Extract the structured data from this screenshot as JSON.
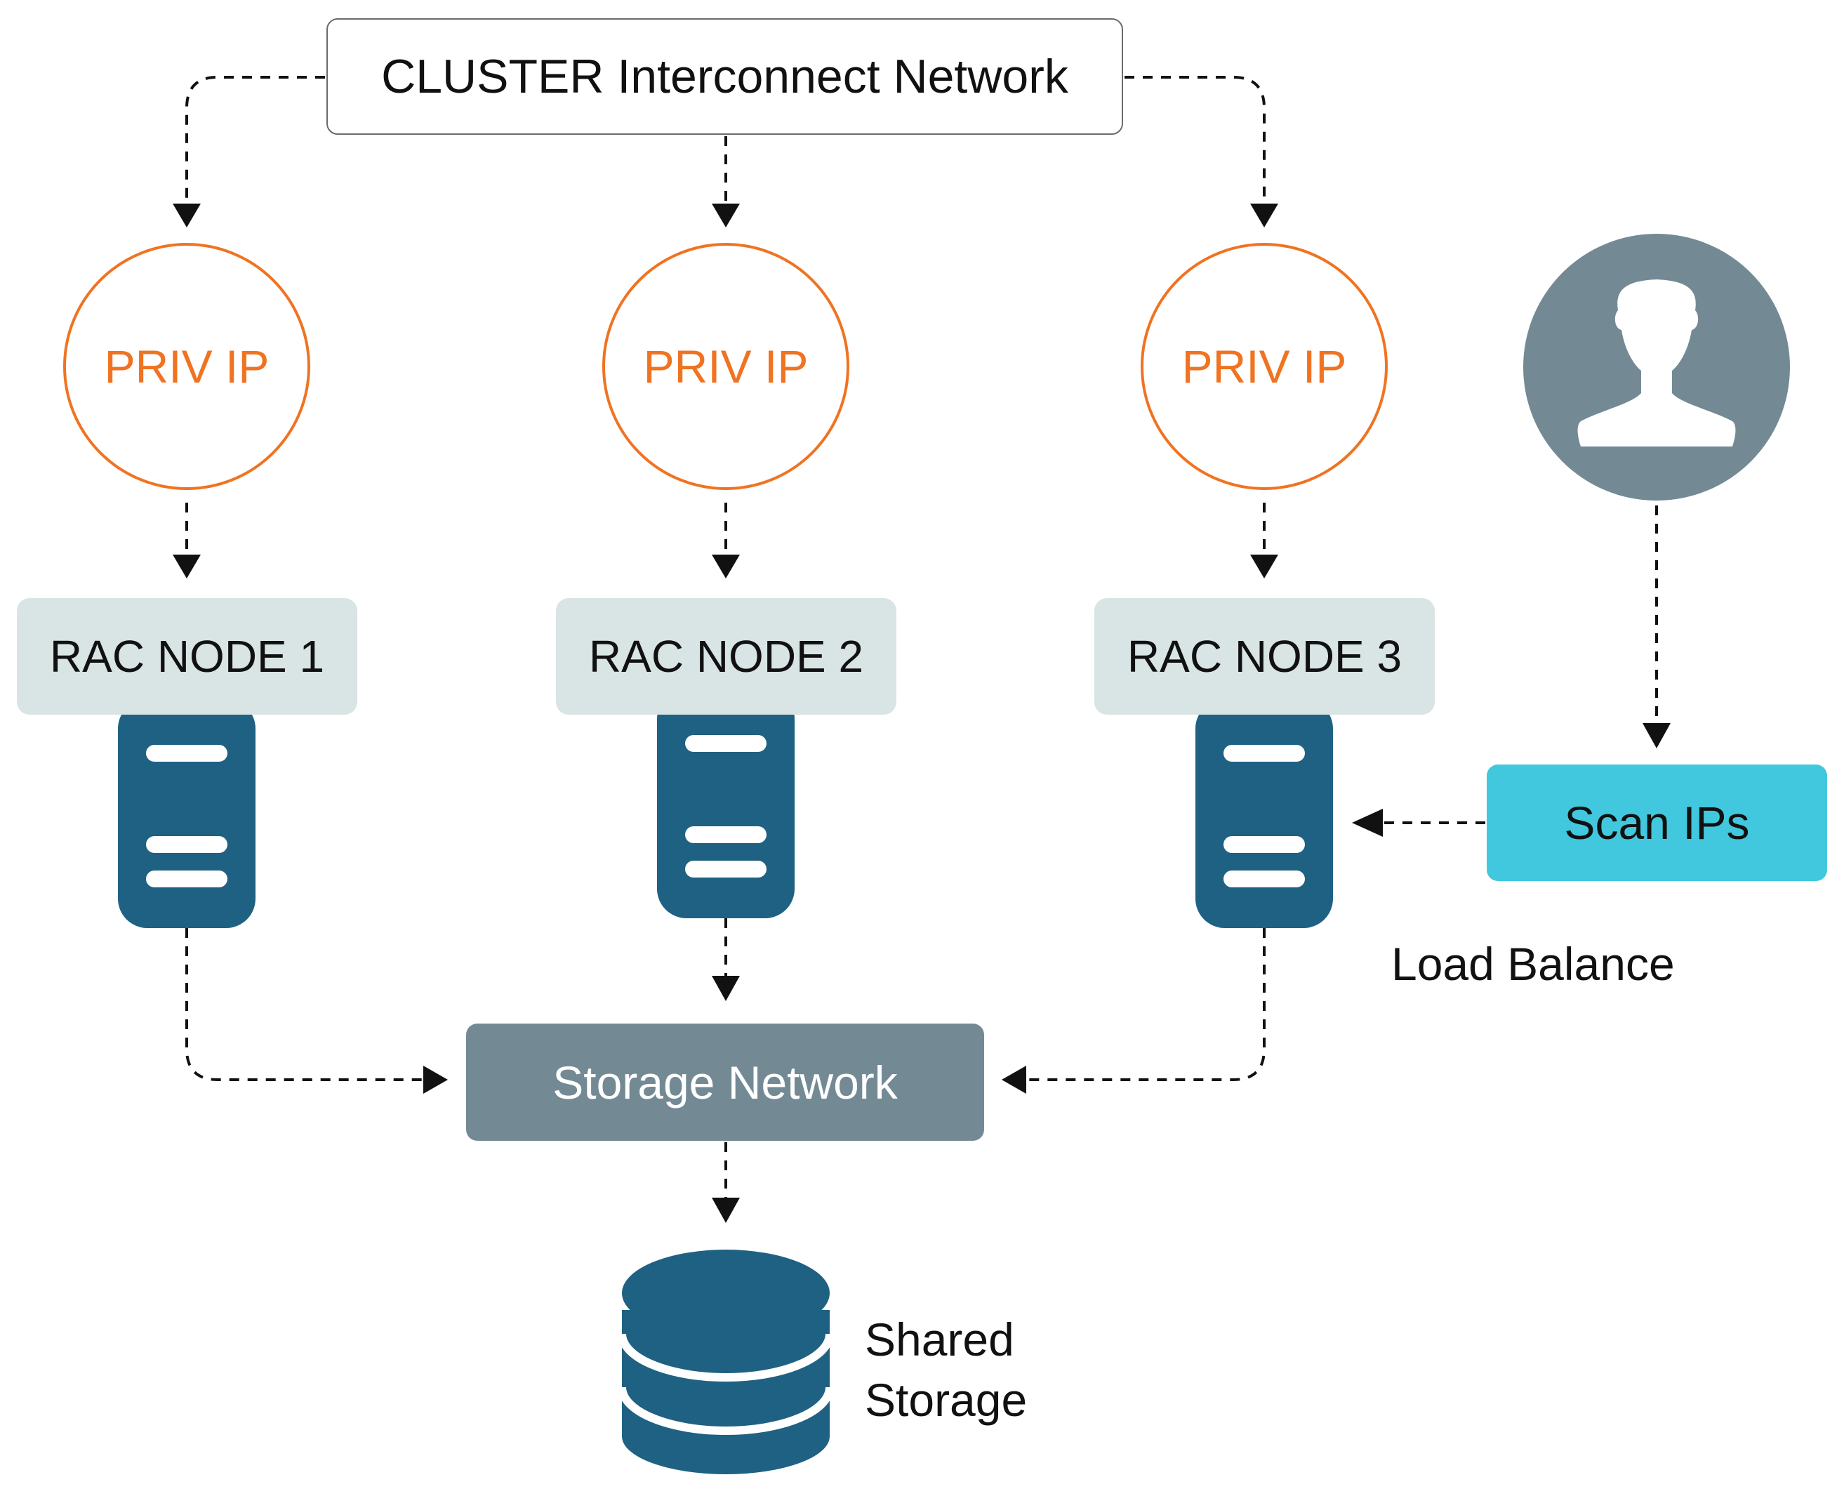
{
  "cluster_network": {
    "label": "CLUSTER Interconnect Network"
  },
  "private_ips": [
    {
      "label": "PRIV IP"
    },
    {
      "label": "PRIV IP"
    },
    {
      "label": "PRIV IP"
    }
  ],
  "rac_nodes": [
    {
      "label": "RAC NODE 1"
    },
    {
      "label": "RAC NODE 2"
    },
    {
      "label": "RAC NODE 3"
    }
  ],
  "storage_network": {
    "label": "Storage Network"
  },
  "scan_ips": {
    "label": "Scan IPs"
  },
  "load_balance": {
    "label": "Load Balance"
  },
  "shared_storage": {
    "line1": "Shared",
    "line2": "Storage"
  },
  "icons": [
    "server-icon",
    "database-icon",
    "user-icon",
    "arrow-head-icon"
  ],
  "colors": {
    "priv_ip": "#f07321",
    "rac_node_bg": "#d9e4e4",
    "server": "#1f6182",
    "storage_network_bg": "#738a95",
    "scan_ips_bg": "#41c8df",
    "user_circle": "#738a95"
  }
}
